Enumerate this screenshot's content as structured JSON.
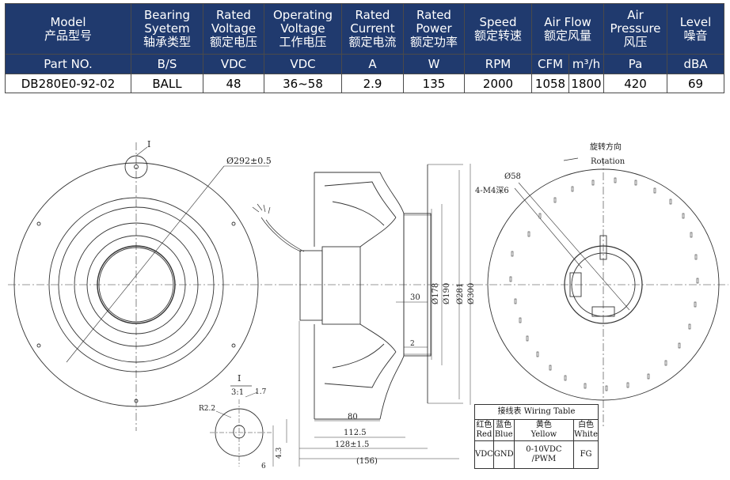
{
  "spec_table": {
    "headers": [
      {
        "en": "Model",
        "cn": "产品型号"
      },
      {
        "en": "Bearing Syetem",
        "cn": "轴承类型"
      },
      {
        "en": "Rated Voltage",
        "cn": "额定电压"
      },
      {
        "en": "Operating Voltage",
        "cn": "工作电压"
      },
      {
        "en": "Rated Current",
        "cn": "额定电流"
      },
      {
        "en": "Rated Power",
        "cn": "额定功率"
      },
      {
        "en": "Speed",
        "cn": "额定转速"
      },
      {
        "en": "Air Flow",
        "cn": "额定风量"
      },
      {
        "en": "Air Pressure",
        "cn": "风压"
      },
      {
        "en": "Level",
        "cn": "噪音"
      }
    ],
    "units": [
      "Part NO.",
      "B/S",
      "VDC",
      "VDC",
      "A",
      "W",
      "RPM",
      "CFM",
      "m³/h",
      "Pa",
      "dBA"
    ],
    "values": [
      "DB280E0-92-02",
      "BALL",
      "48",
      "36~58",
      "2.9",
      "135",
      "2000",
      "1058",
      "1800",
      "420",
      "69"
    ]
  },
  "drawing": {
    "diameter_label": "Ø292±0.5",
    "detail_marker": "I",
    "detail_scale": "3:1",
    "detail_dims": [
      "1.7",
      "R2.2",
      "4.3",
      "6"
    ],
    "height_dims": [
      "Ø178",
      "Ø190",
      "Ø281",
      "Ø300"
    ],
    "depth_dims": [
      "30",
      "2",
      "80",
      "112.5",
      "128±1.5",
      "(156)"
    ],
    "hole_dims": [
      "Ø58",
      "4-M4深6"
    ],
    "rotation_cn": "旋转方向",
    "rotation_en": "Rotation"
  },
  "wiring_table": {
    "title": "接线表 Wiring Table",
    "colors_cn": [
      "红色",
      "蓝色",
      "黄色",
      "白色"
    ],
    "colors_en": [
      "Red",
      "Blue",
      "Yellow",
      "White"
    ],
    "functions": [
      "VDC",
      "GND",
      "0-10VDC /PWM",
      "FG"
    ]
  }
}
